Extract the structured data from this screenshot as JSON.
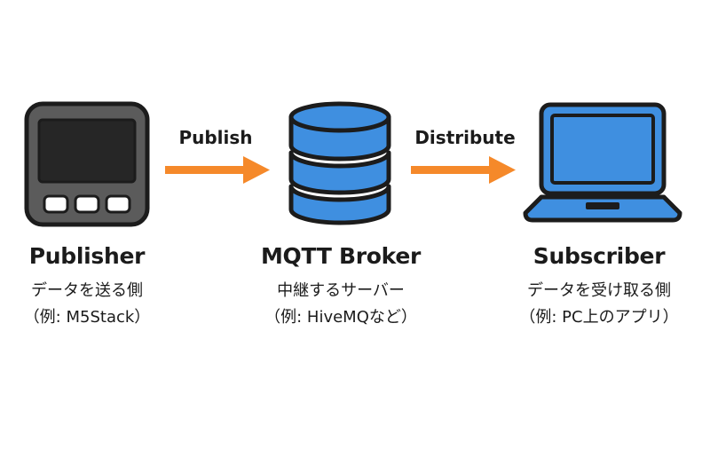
{
  "nodes": [
    {
      "title": "Publisher",
      "description": "データを送る側",
      "example": "（例: M5Stack）",
      "icon": "m5stack-device-icon"
    },
    {
      "title": "MQTT Broker",
      "description": "中継するサーバー",
      "example": "（例: HiveMQなど）",
      "icon": "database-server-icon"
    },
    {
      "title": "Subscriber",
      "description": "データを受け取る側",
      "example": "（例: PC上のアプリ）",
      "icon": "laptop-icon"
    }
  ],
  "arrows": [
    {
      "label": "Publish",
      "icon": "right-arrow-icon"
    },
    {
      "label": "Distribute",
      "icon": "right-arrow-icon"
    }
  ],
  "colors": {
    "arrow": "#F5892A",
    "accent_blue": "#3F8FE0",
    "outline": "#1C1C1C",
    "device_body": "#5B5B5B",
    "device_screen": "#262626"
  }
}
